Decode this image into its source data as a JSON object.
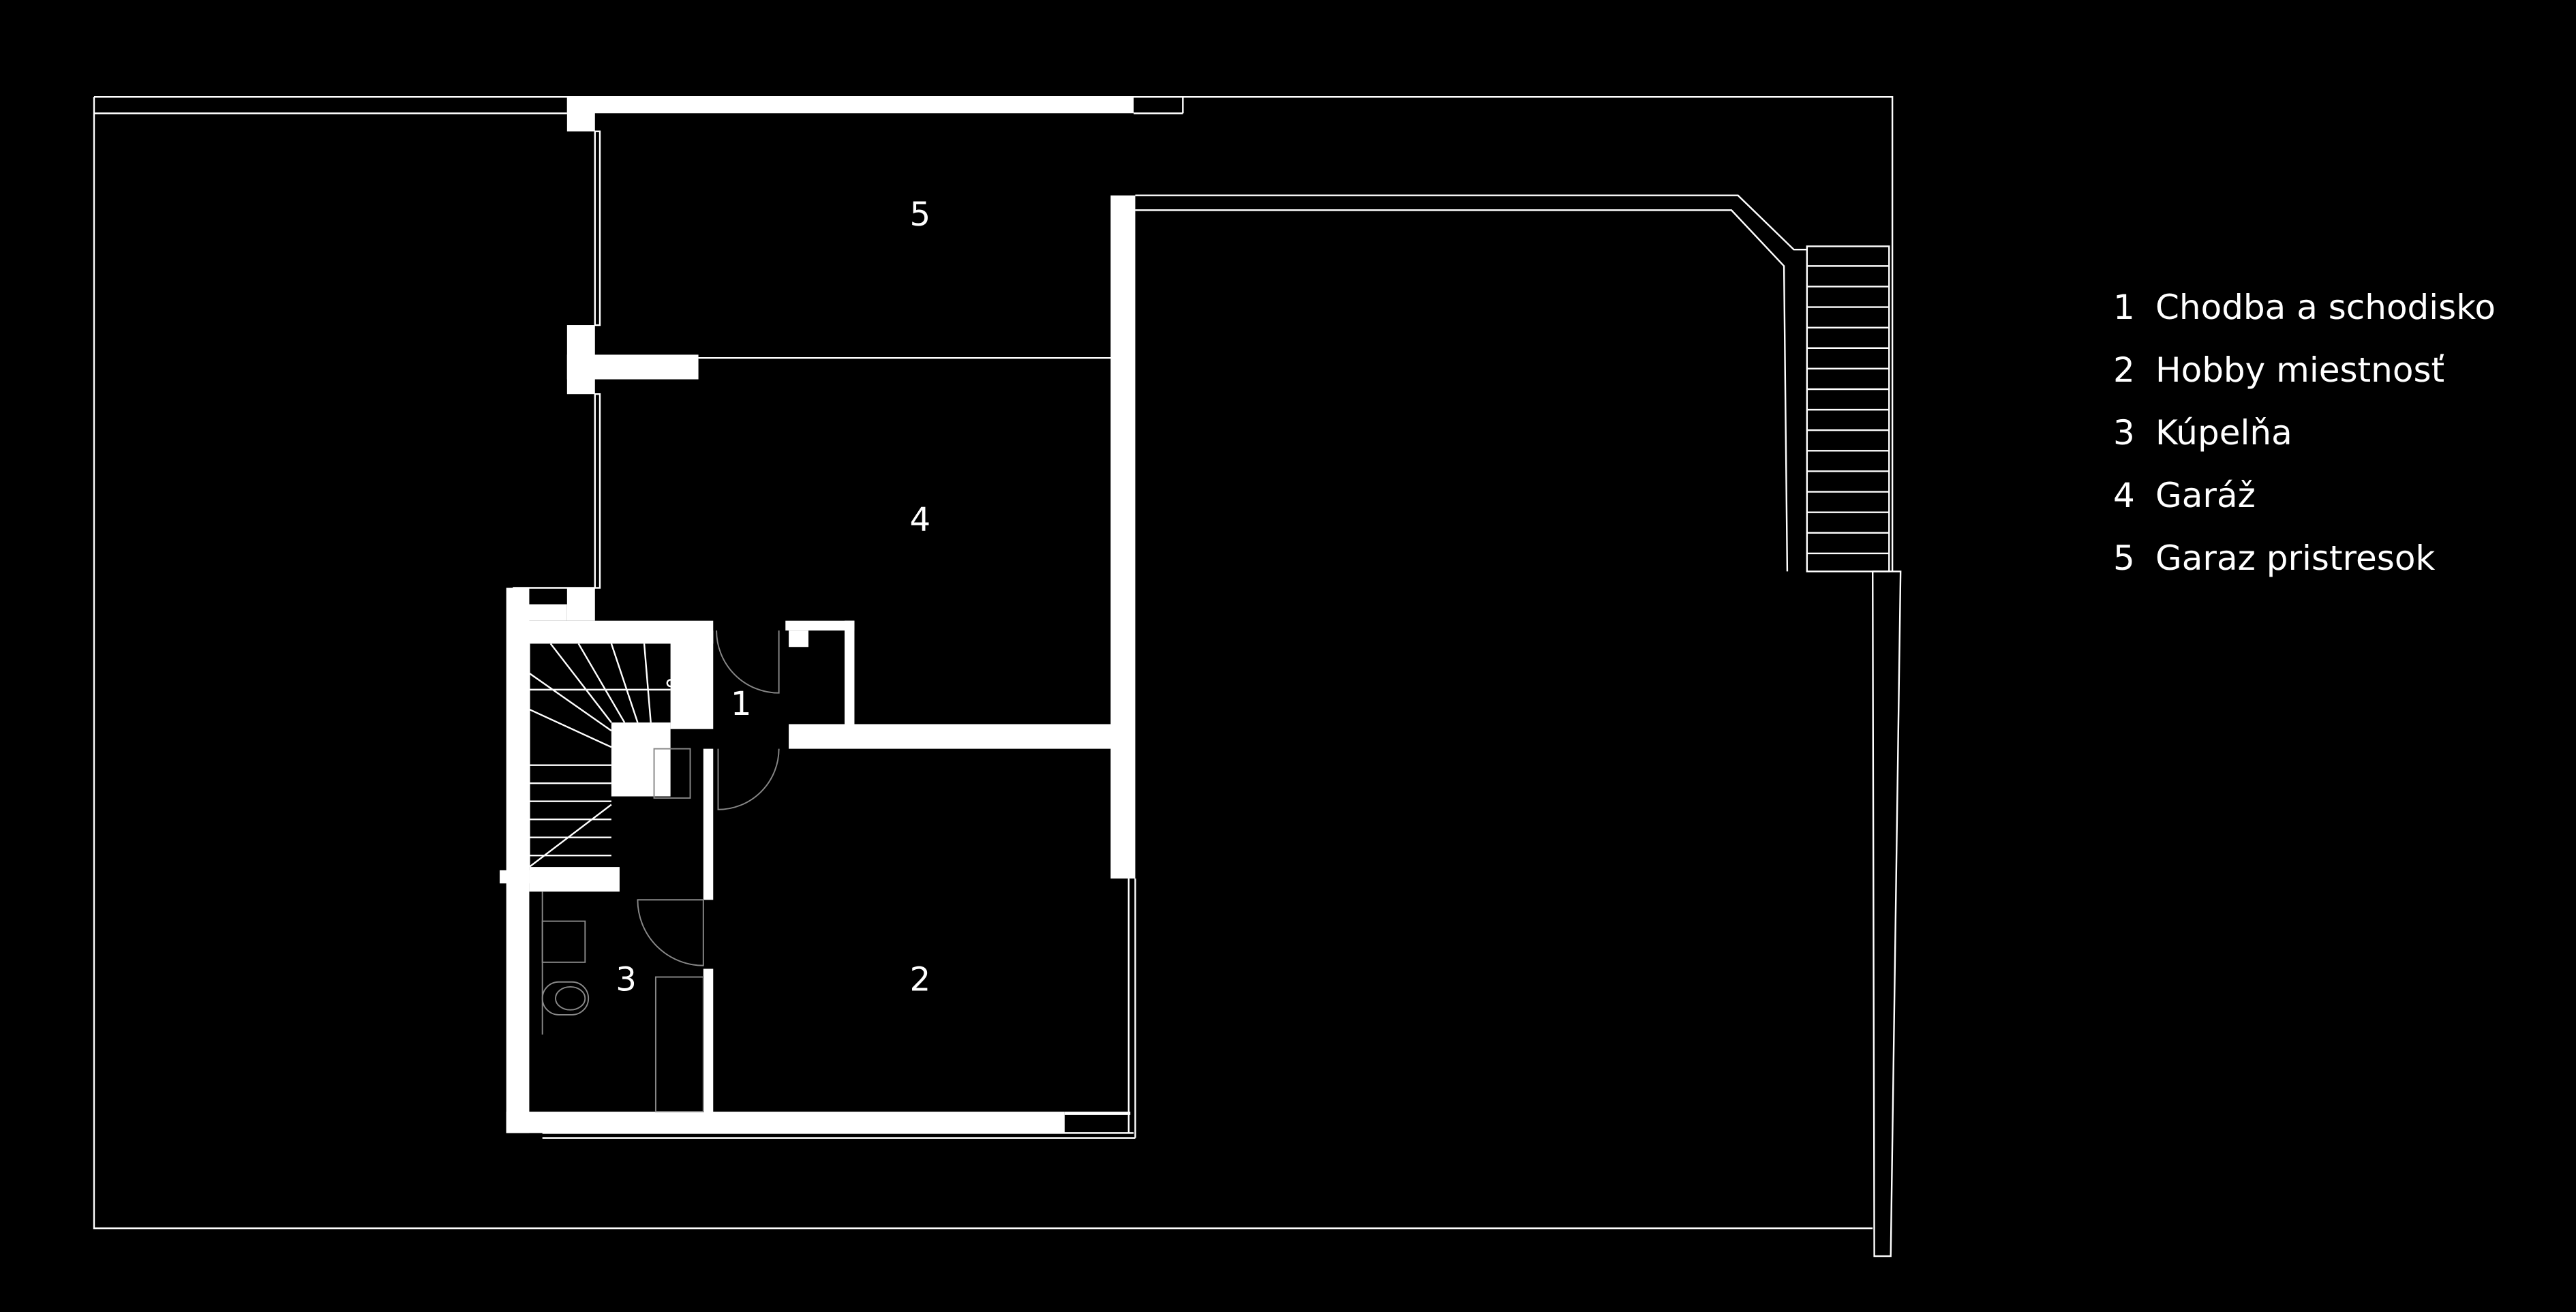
{
  "rooms": [
    {
      "number": "1",
      "name": "Chodba a schodisko"
    },
    {
      "number": "2",
      "name": "Hobby miestnosť"
    },
    {
      "number": "3",
      "name": "Kúpelňa"
    },
    {
      "number": "4",
      "name": "Garáž"
    },
    {
      "number": "5",
      "name": "Garaz pristresok"
    }
  ],
  "colors": {
    "background": "#000000",
    "lines": "#ffffff",
    "fixtures": "#888888"
  }
}
